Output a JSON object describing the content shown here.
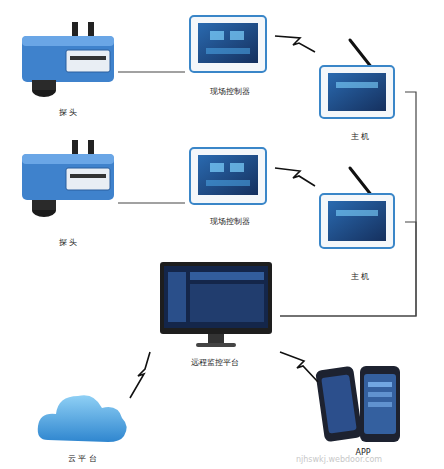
{
  "diagram": {
    "nodes": [
      {
        "text": [
          "探 头"
        ]
      },
      {
        "text": [
          "现场控制器"
        ]
      },
      {
        "text": [
          "主 机"
        ]
      },
      {
        "text": [
          "探 头"
        ]
      },
      {
        "text": [
          "现场控制器"
        ]
      },
      {
        "text": [
          "主 机"
        ]
      },
      {
        "text": [
          "远程监控平台"
        ]
      },
      {
        "text": [
          "云 平 台"
        ]
      },
      {
        "text": [
          "APP"
        ]
      }
    ],
    "edges": [
      {
        "from": 0,
        "to": 1,
        "arrow": "none"
      },
      {
        "from": 1,
        "to": 2,
        "arrow": "none"
      },
      {
        "from": 3,
        "to": 4,
        "arrow": "none"
      },
      {
        "from": 4,
        "to": 5,
        "arrow": "none"
      },
      {
        "from": 2,
        "to": 6,
        "arrow": "none"
      },
      {
        "from": 5,
        "to": 6,
        "arrow": "none"
      },
      {
        "from": 6,
        "to": 7,
        "arrow": "none"
      },
      {
        "from": 6,
        "to": 8,
        "arrow": "none"
      }
    ],
    "labels": [
      "njhswkj.webdoor.com"
    ]
  }
}
